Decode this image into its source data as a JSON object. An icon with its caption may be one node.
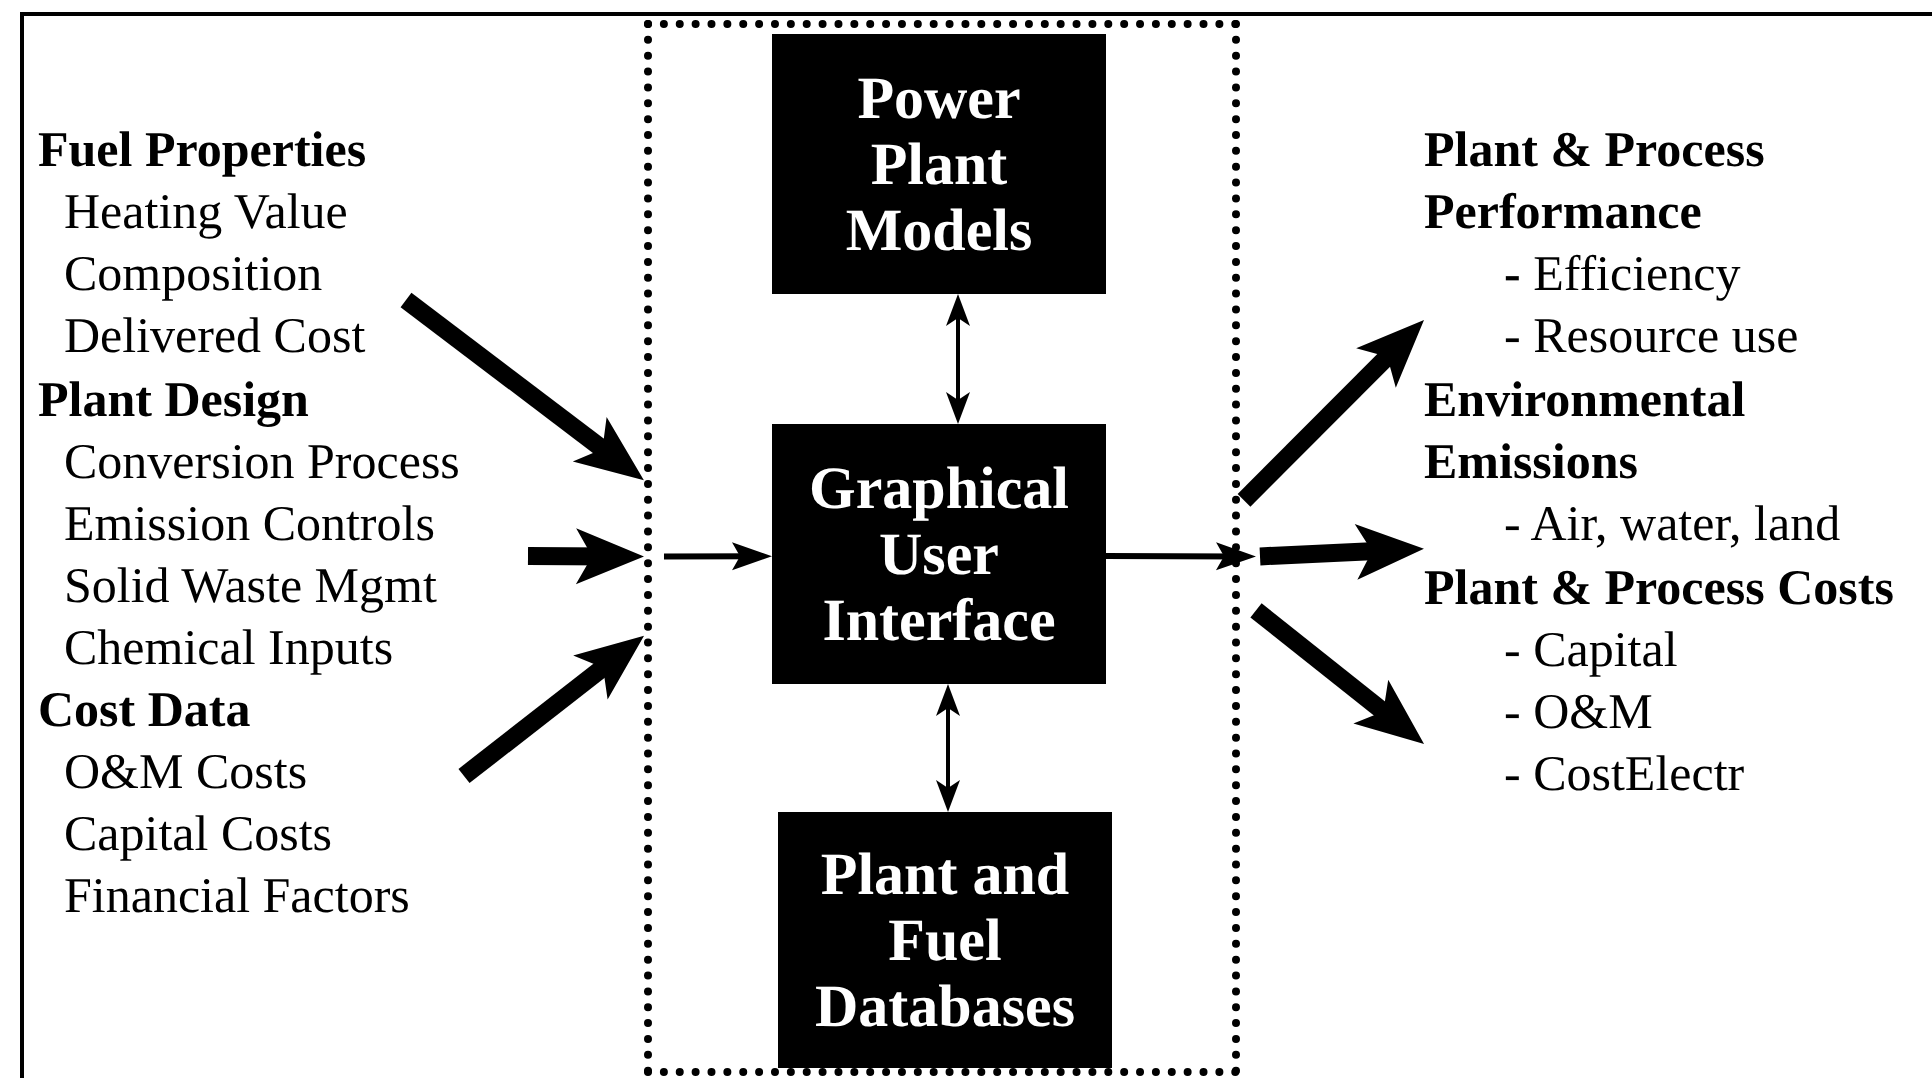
{
  "diagram": {
    "nodes": [
      {
        "text": [],
        "shape": "box"
      },
      {
        "text": [
          "Power Plant Models"
        ],
        "in": 0
      },
      {
        "text": [
          "Graphical User Interface"
        ],
        "in": 0
      },
      {
        "text": [
          "Plant and Fuel Databases"
        ],
        "in": 0
      },
      {
        "text": [
          "Fuel Properties",
          "Heating Value",
          "Composition",
          "Delivered Cost"
        ]
      },
      {
        "text": [
          "Plant Design",
          "Conversion Process",
          "Emission Controls",
          "Solid Waste Mgmt",
          "Chemical Inputs"
        ]
      },
      {
        "text": [
          "Cost Data",
          "O&M Costs",
          "Capital Costs",
          "Financial Factors"
        ]
      },
      {
        "text": [
          "Plant & Process Performance",
          "**-** Efficiency",
          "- Resource use"
        ]
      },
      {
        "text": [
          "Environmental Emissions",
          "- Air, water, land"
        ]
      },
      {
        "text": [
          "Plant & Process Costs",
          "- Capital",
          "- O&M",
          "- CostElectr"
        ]
      }
    ],
    "edges": [
      {
        "from": 4,
        "to": 0,
        "arrow": "to"
      },
      {
        "from": 5,
        "to": 0,
        "arrow": "to"
      },
      {
        "from": 6,
        "to": 0,
        "arrow": "to"
      },
      {
        "from": 0,
        "to": 2,
        "arrow": "to"
      },
      {
        "from": 2,
        "to": 0,
        "arrow": "to"
      },
      {
        "from": 1,
        "to": 2,
        "arrow": "both"
      },
      {
        "from": 2,
        "to": 3,
        "arrow": "both"
      },
      {
        "from": 0,
        "to": 7,
        "arrow": "to"
      },
      {
        "from": 0,
        "to": 8,
        "arrow": "to"
      },
      {
        "from": 0,
        "to": 9,
        "arrow": "to"
      }
    ]
  }
}
